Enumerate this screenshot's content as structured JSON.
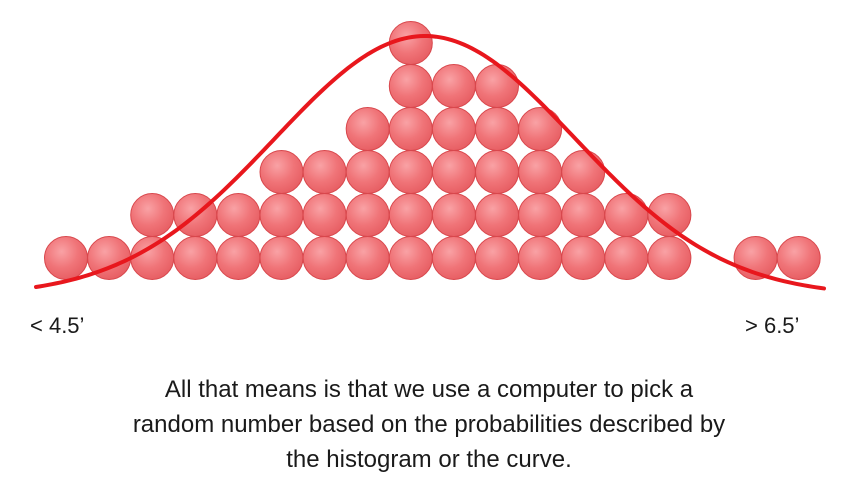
{
  "diagram": {
    "ball_color": "#f07478",
    "ball_stroke": "#d8474c",
    "curve_color": "#e8171d",
    "column_counts": [
      1,
      1,
      2,
      2,
      2,
      3,
      3,
      4,
      6,
      5,
      5,
      4,
      3,
      2,
      2,
      0,
      1,
      1
    ],
    "columns_meaning": "height histogram bins"
  },
  "labels": {
    "left": "< 4.5’",
    "right": "> 6.5’"
  },
  "caption": {
    "line1": "All that means is that we use a computer to pick a",
    "line2": "random number based on the probabilities described by",
    "line3": "the histogram or the curve."
  }
}
